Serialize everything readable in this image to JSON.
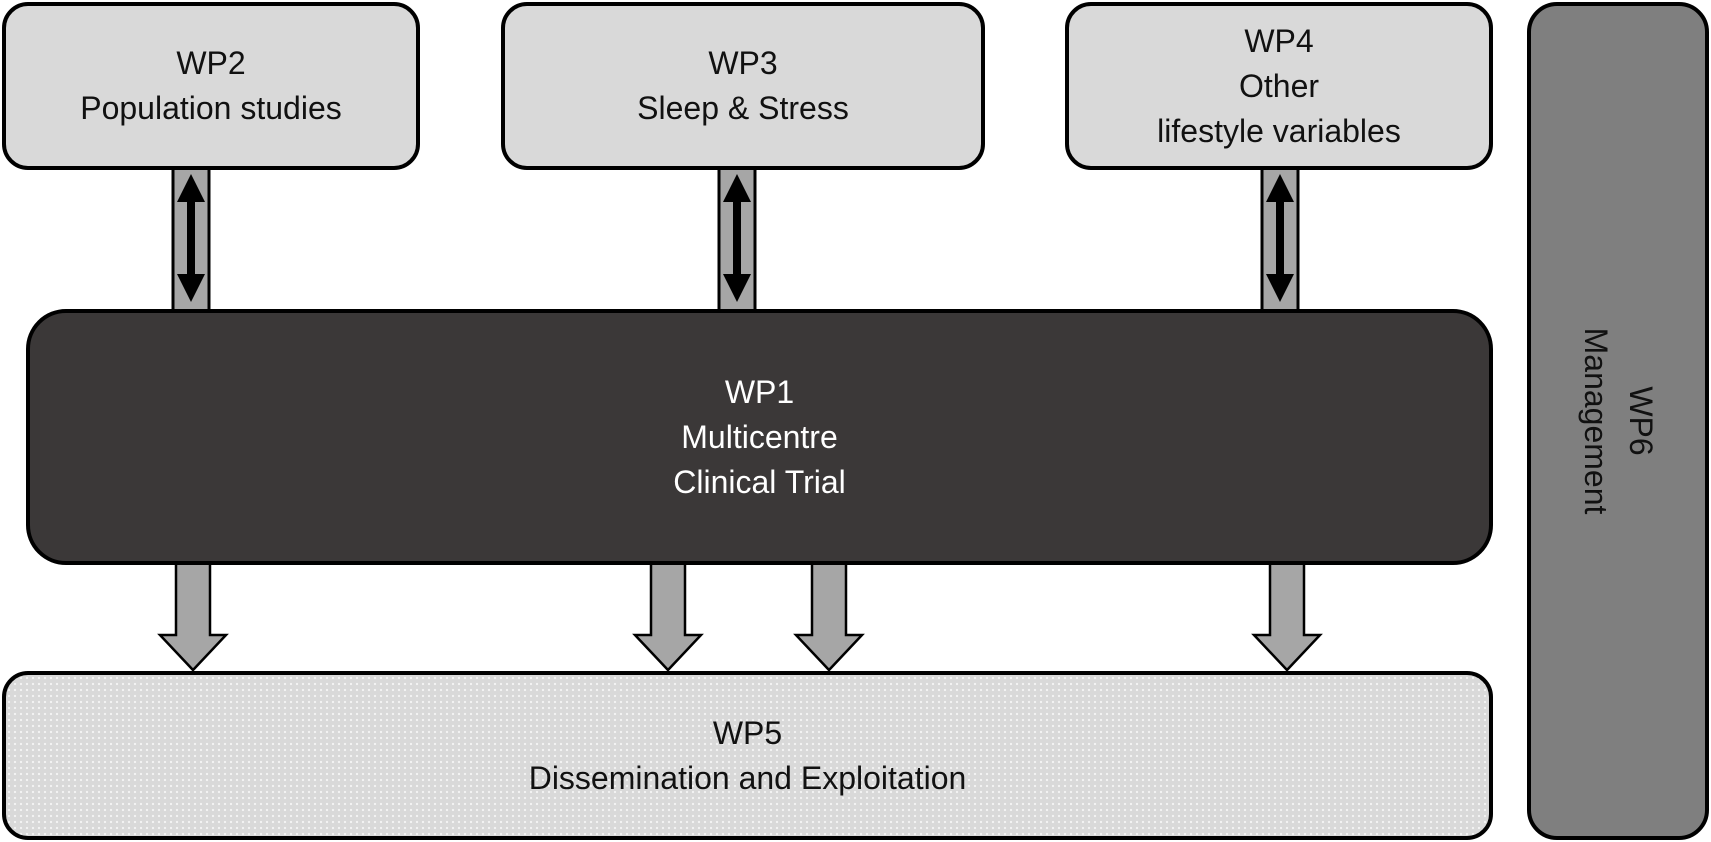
{
  "boxes": {
    "wp2": {
      "line1": "WP2",
      "line2": "Population studies"
    },
    "wp3": {
      "line1": "WP3",
      "line2": "Sleep & Stress"
    },
    "wp4": {
      "line1": "WP4",
      "line2": "Other",
      "line3": "lifestyle variables"
    },
    "wp1": {
      "line1": "WP1",
      "line2": "Multicentre",
      "line3": "Clinical Trial"
    },
    "wp5": {
      "line1": "WP5",
      "line2": "Dissemination and Exploitation"
    },
    "wp6": {
      "line1": "WP6",
      "line2": "Management"
    }
  },
  "colors": {
    "light_box": "#d9d9d9",
    "dark_box": "#3b3838",
    "side_box": "#7f7f7f",
    "connector": "#a6a6a6"
  }
}
